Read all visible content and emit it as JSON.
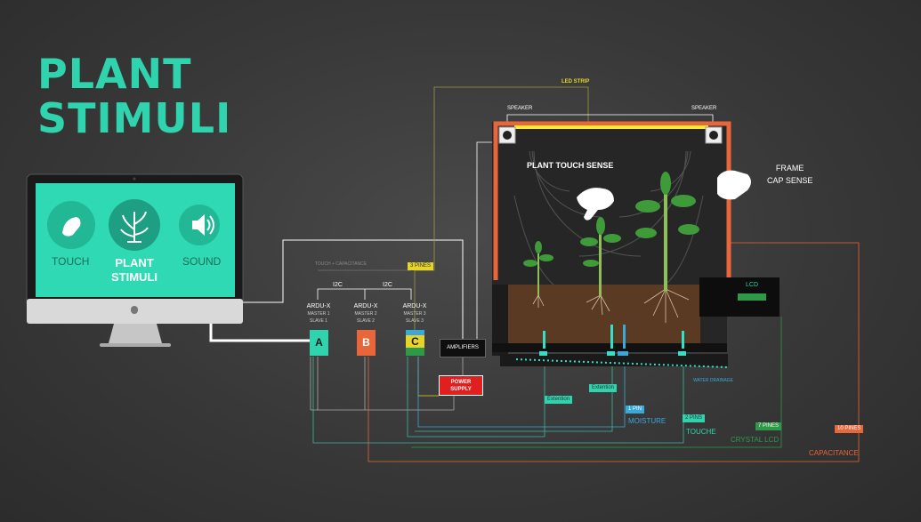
{
  "title": {
    "line1": "PLANT",
    "line2": "STIMULI"
  },
  "monitor": {
    "touch_label": "TOUCH",
    "plant_label_1": "PLANT",
    "plant_label_2": "STIMULI",
    "sound_label": "SOUND",
    "apple_icon": "apple-logo-icon"
  },
  "boards": {
    "touch_capacitance": "TOUCH + CAPACITANCE",
    "i2c_1": "I2C",
    "i2c_2": "I2C",
    "a": {
      "name": "ARDU-X",
      "role1": "MASTER 1",
      "role2": "SLAVE 1",
      "letter": "A"
    },
    "b": {
      "name": "ARDU-X",
      "role1": "MASTER 2",
      "role2": "SLAVE 2",
      "letter": "B"
    },
    "c": {
      "name": "ARDU-X",
      "role1": "MASTER 3",
      "role2": "SLAVE 3",
      "letter": "C"
    },
    "pines_3": "3 PINES",
    "amplifiers": "AMPLIFIERS",
    "power_supply_1": "POWER",
    "power_supply_2": "SUPPLY"
  },
  "setup": {
    "led_strip": "LED STRIP",
    "speaker_left": "SPEAKER",
    "speaker_right": "SPEAKER",
    "plant_touch_sense": "PLANT TOUCH SENSE",
    "frame_1": "FRAME",
    "frame_2": "CAP SENSE",
    "lcd": "LCD",
    "water_drainage": "WATER DRAINAGE",
    "extension_1": "Extention",
    "extension_2": "Extention",
    "pin_1": "1 PIN",
    "moisture": "MOISTURE",
    "pins_2": "2 PINS",
    "touche": "TOUCHE",
    "pines_7": "7 PINES",
    "crystal_lcd": "CRYSTAL LCD",
    "pines_10": "10 PINES",
    "capacitance": "CAPACITANCE"
  },
  "colors": {
    "teal": "#2fd3ad",
    "orange": "#e8663a",
    "red": "#e0201e",
    "yellow": "#e6d42a",
    "blue": "#3aa8d8",
    "green": "#2e9a48"
  }
}
